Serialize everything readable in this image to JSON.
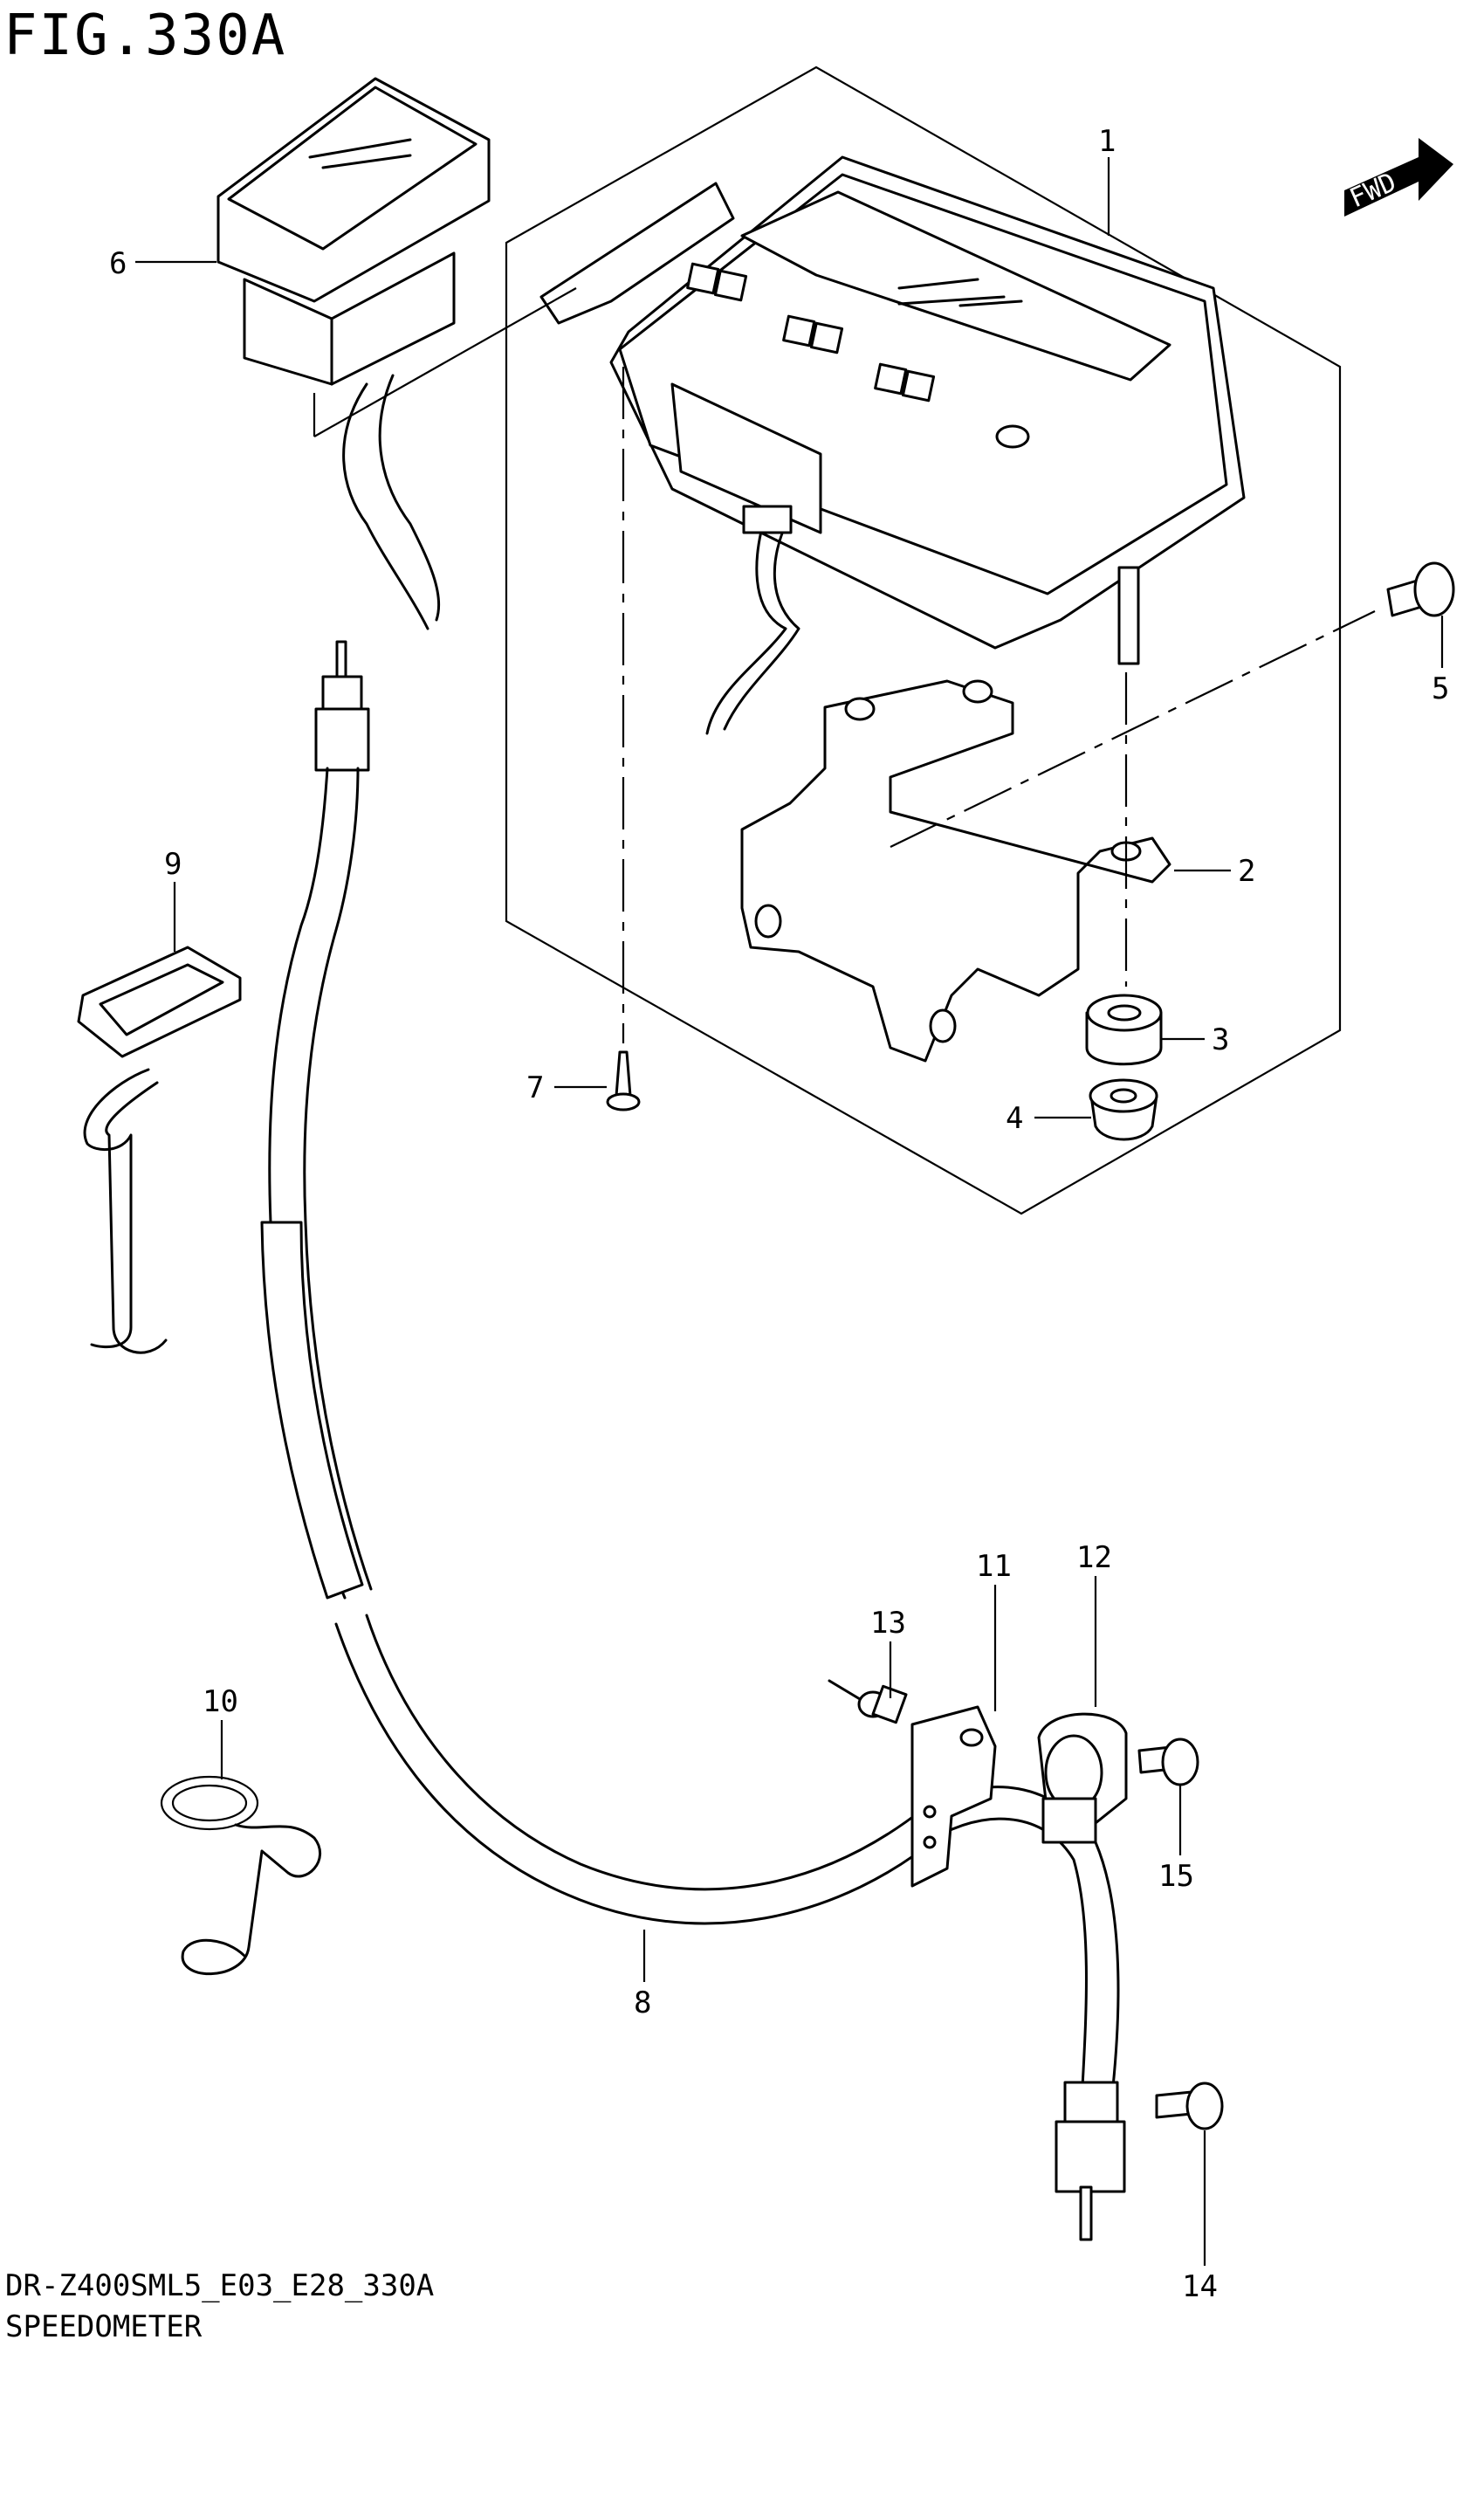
{
  "figure": {
    "title": "FIG.330A",
    "code": "DR-Z400SML5_E03_E28_330A",
    "name": "SPEEDOMETER",
    "fwd": "FWD"
  },
  "parts": [
    {
      "num": "1"
    },
    {
      "num": "2"
    },
    {
      "num": "3"
    },
    {
      "num": "4"
    },
    {
      "num": "5"
    },
    {
      "num": "6"
    },
    {
      "num": "7"
    },
    {
      "num": "8"
    },
    {
      "num": "9"
    },
    {
      "num": "10"
    },
    {
      "num": "11"
    },
    {
      "num": "12"
    },
    {
      "num": "13"
    },
    {
      "num": "14"
    },
    {
      "num": "15"
    }
  ]
}
